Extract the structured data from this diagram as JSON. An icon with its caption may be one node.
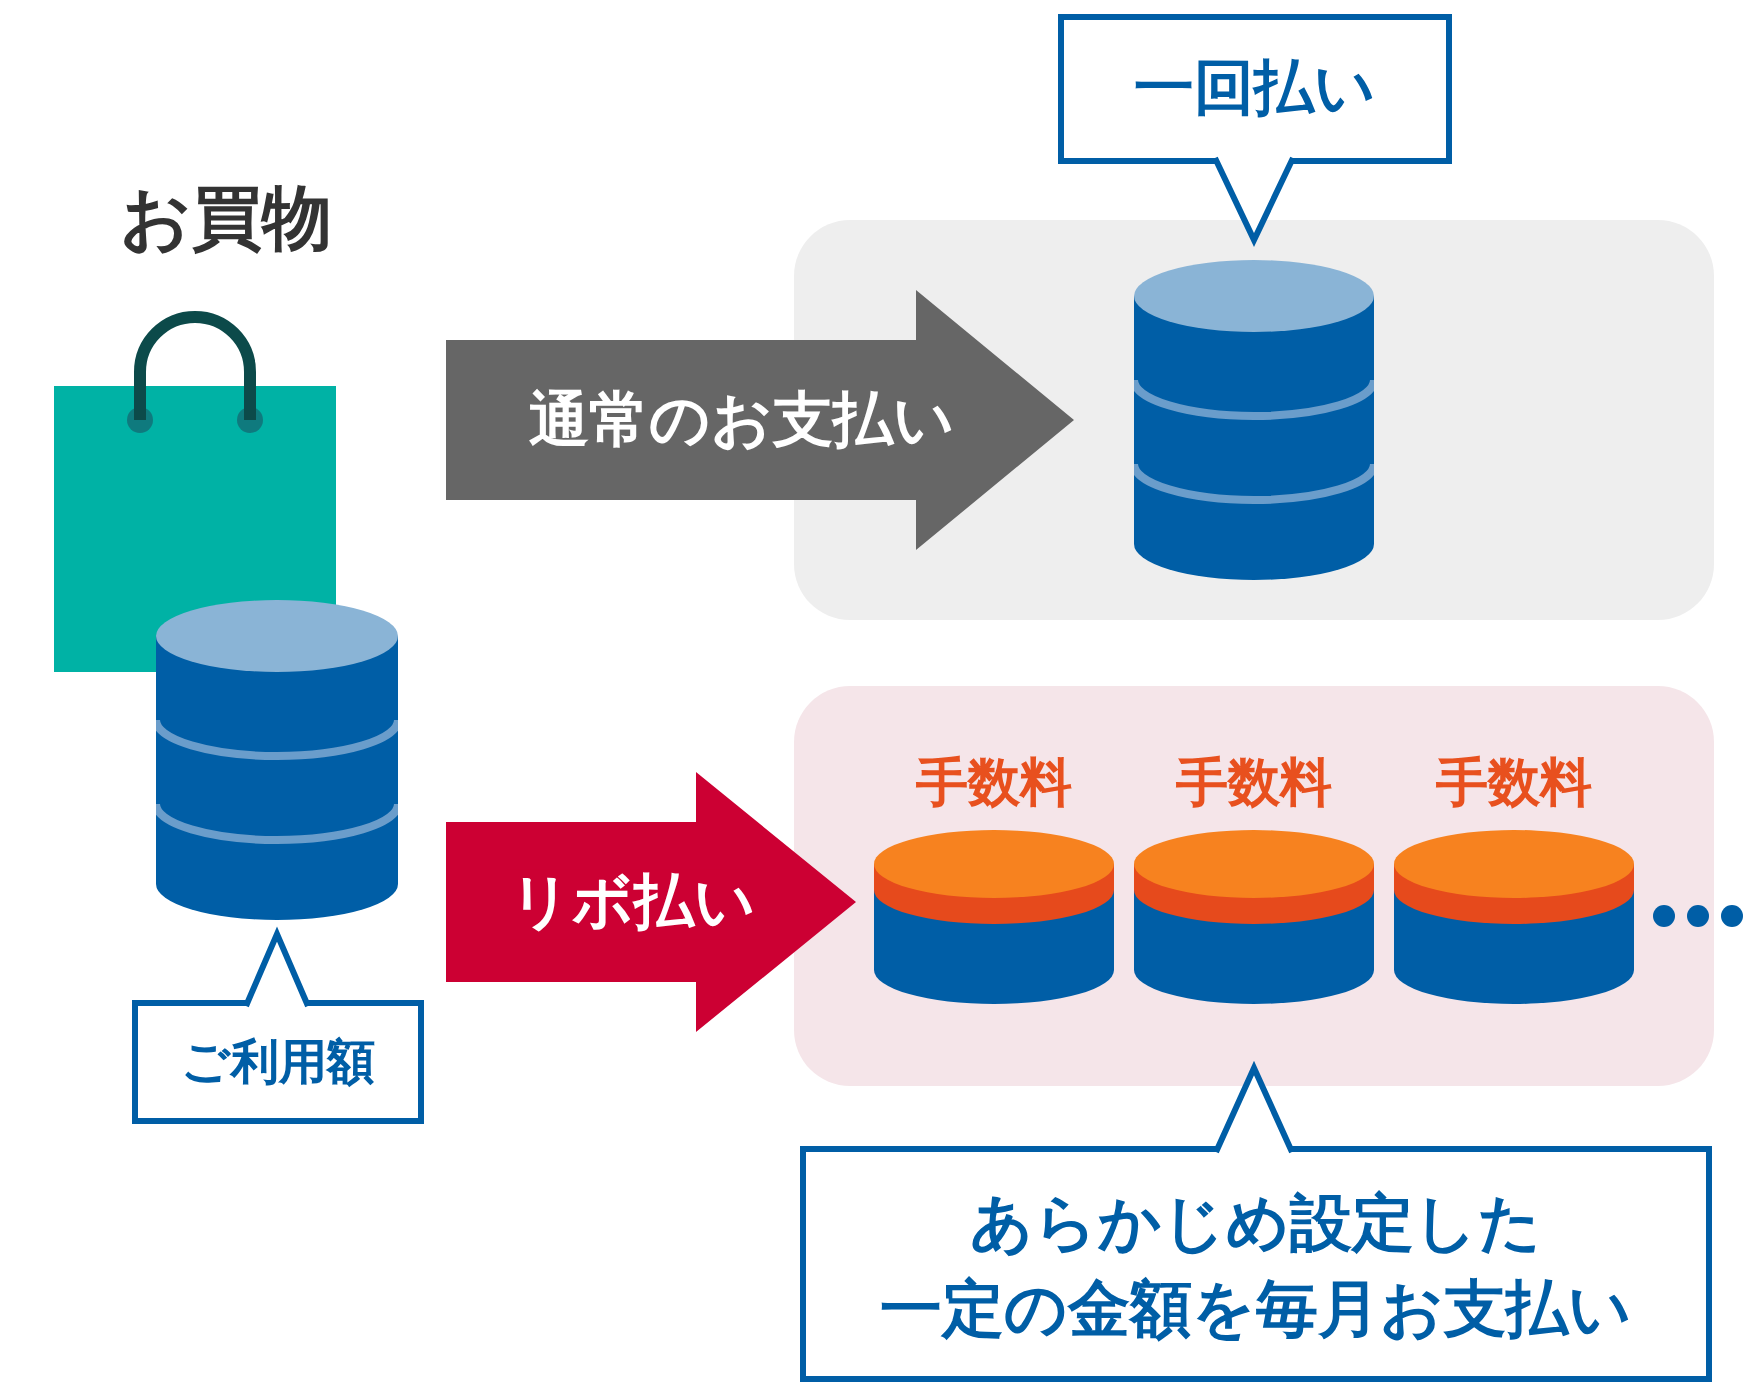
{
  "diagram": {
    "nodes": [
      {
        "text": [
          "お買物"
        ]
      },
      {
        "text": [],
        "shape": "cylinder"
      },
      {
        "text": [
          "ご利用額"
        ]
      },
      {
        "text": [],
        "shape": "box"
      },
      {
        "text": [],
        "shape": "cylinder",
        "in": 3
      },
      {
        "text": [
          "一回払い"
        ]
      },
      {
        "text": [],
        "shape": "box"
      },
      {
        "text": [
          "手数料"
        ],
        "in": 6
      },
      {
        "text": [
          "手数料"
        ],
        "in": 6
      },
      {
        "text": [
          "手数料"
        ],
        "in": 6
      },
      {
        "text": [
          "あらかじめ設定した一定の金額を毎月お支払い"
        ]
      }
    ],
    "edges": [
      {
        "from": 0,
        "to": 4,
        "arrow": "to",
        "label": "通常のお支払い",
        "style": "thick",
        "color": "#666666"
      },
      {
        "from": 1,
        "to": 7,
        "arrow": "to",
        "label": "リボ払い",
        "style": "thick",
        "color": "#cc0033"
      },
      {
        "from": 2,
        "to": 1,
        "arrow": "to"
      },
      {
        "from": 5,
        "to": 4,
        "arrow": "to"
      },
      {
        "from": 10,
        "to": 6,
        "arrow": "to"
      }
    ]
  }
}
